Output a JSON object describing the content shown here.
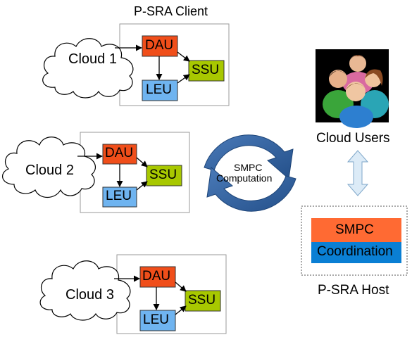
{
  "client_title": "P-SRA Client",
  "clouds": [
    {
      "label": "Cloud 1",
      "dau": "DAU",
      "leu": "LEU",
      "ssu": "SSU"
    },
    {
      "label": "Cloud 2",
      "dau": "DAU",
      "leu": "LEU",
      "ssu": "SSU"
    },
    {
      "label": "Cloud 3",
      "dau": "DAU",
      "leu": "LEU",
      "ssu": "SSU"
    }
  ],
  "smpc_cycle": {
    "line1": "SMPC",
    "line2": "Computation"
  },
  "users": {
    "label": "Cloud Users",
    "icon": "users-group-icon"
  },
  "host": {
    "smpc_label": "SMPC",
    "coordination_label": "Coordination",
    "title": "P-SRA Host"
  },
  "colors": {
    "dau": "#f04e1a",
    "leu": "#6fb4f0",
    "ssu": "#a8c800",
    "smpc_box": "#ff6a33",
    "coordination_box": "#0a7fd4",
    "cycle_arrow": "#2f5f9e",
    "double_arrow": "#dcebf7"
  }
}
